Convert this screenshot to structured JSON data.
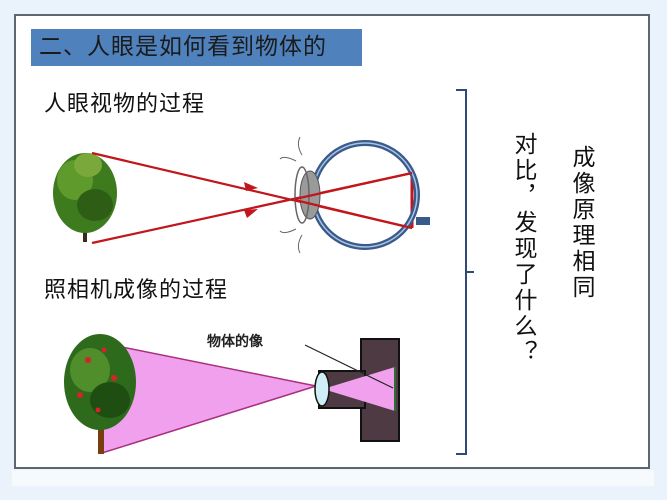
{
  "slide": {
    "title": "二、人眼是如何看到物体的",
    "section_eye": {
      "heading": "人眼视物的过程",
      "icons": [
        "tree-icon",
        "eyeball-icon"
      ]
    },
    "section_camera": {
      "heading": "照相机成像的过程",
      "image_label": "物体的像",
      "icons": [
        "tree-with-fruit-icon",
        "camera-icon",
        "lens-icon"
      ]
    },
    "comparison": {
      "question": "对比，发现了什么？",
      "answer": "成像原理相同"
    },
    "colors": {
      "title_bg": "#4f81bd",
      "ray_red": "#c0161c",
      "light_cone_pink": "#f0a0ec",
      "camera_body": "#4d3a43",
      "bracket": "#2f4a78",
      "frame_border": "#5c6670",
      "background": "#eaf3fb"
    }
  }
}
